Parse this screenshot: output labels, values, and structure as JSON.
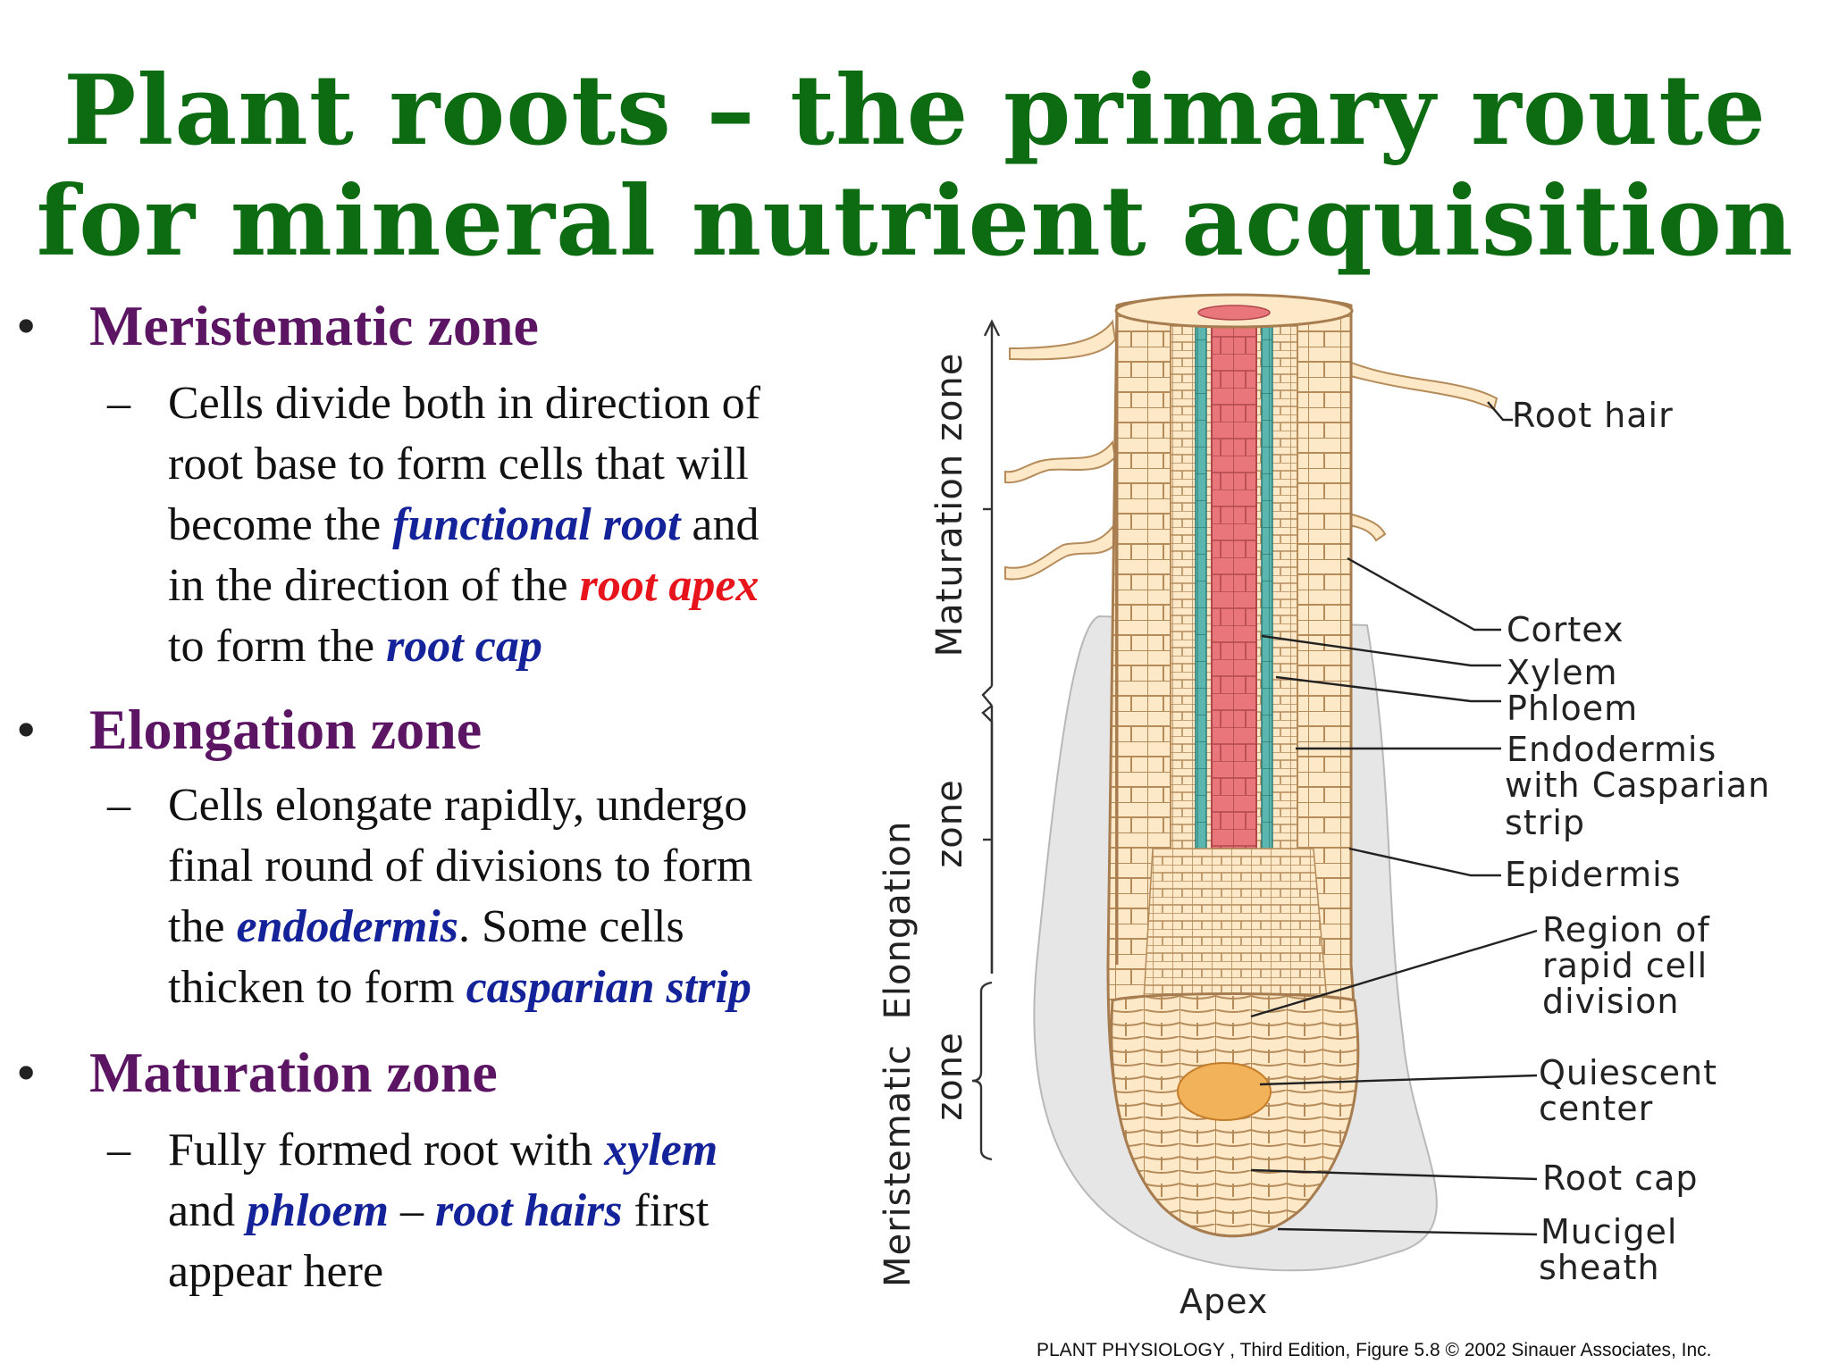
{
  "title": {
    "line1": "Plant roots – the primary route",
    "line2": "for mineral nutrient acquisition"
  },
  "bullets": [
    {
      "heading": "Meristematic zone",
      "lines": [
        [
          "Cells divide both in direction of"
        ],
        [
          "root base to form cells that will"
        ],
        [
          "become the ",
          {
            "t": "functional root",
            "c": "blue"
          },
          " and"
        ],
        [
          "in the direction of the ",
          {
            "t": "root apex",
            "c": "red"
          }
        ],
        [
          "to form the ",
          {
            "t": "root cap",
            "c": "blue"
          }
        ]
      ]
    },
    {
      "heading": "Elongation zone",
      "lines": [
        [
          "Cells elongate rapidly, undergo"
        ],
        [
          "final round of divisions to form"
        ],
        [
          "the ",
          {
            "t": "endodermis",
            "c": "blue"
          },
          ".  Some cells"
        ],
        [
          "thicken to form ",
          {
            "t": "casparian strip",
            "c": "blue"
          }
        ]
      ]
    },
    {
      "heading": "Maturation zone",
      "lines": [
        [
          "Fully formed root with ",
          {
            "t": "xylem",
            "c": "blue"
          }
        ],
        [
          "and ",
          {
            "t": "phloem",
            "c": "blue"
          },
          " – ",
          {
            "t": "root hairs",
            "c": "blue"
          },
          " first"
        ],
        [
          "appear here"
        ]
      ]
    }
  ],
  "bullet_symbol": "•",
  "dash_symbol": "–",
  "diagram": {
    "zones": [
      "Maturation zone",
      "Elongation",
      "zone",
      "Meristematic",
      "zone"
    ],
    "labels": {
      "root_hair": "Root hair",
      "cortex": "Cortex",
      "xylem": "Xylem",
      "phloem": "Phloem",
      "endodermis_1": "Endodermis",
      "endodermis_2": "with Casparian",
      "endodermis_3": "strip",
      "epidermis": "Epidermis",
      "region_1": "Region of",
      "region_2": "rapid cell",
      "region_3": "division",
      "quiescent_1": "Quiescent",
      "quiescent_2": "center",
      "root_cap": "Root cap",
      "mucigel_1": "Mucigel",
      "mucigel_2": "sheath",
      "apex": "Apex"
    },
    "credit": "PLANT PHYSIOLOGY , Third Edition, Figure 5.8  © 2002 Sinauer Associates, Inc.",
    "colors": {
      "cell_fill": "#fde8c8",
      "cell_outline": "#b58b5a",
      "xylem": "#e8767a",
      "phloem": "#5cb6b0",
      "quiescent": "#f2b25a",
      "mucigel": "#e6e6e6"
    }
  }
}
